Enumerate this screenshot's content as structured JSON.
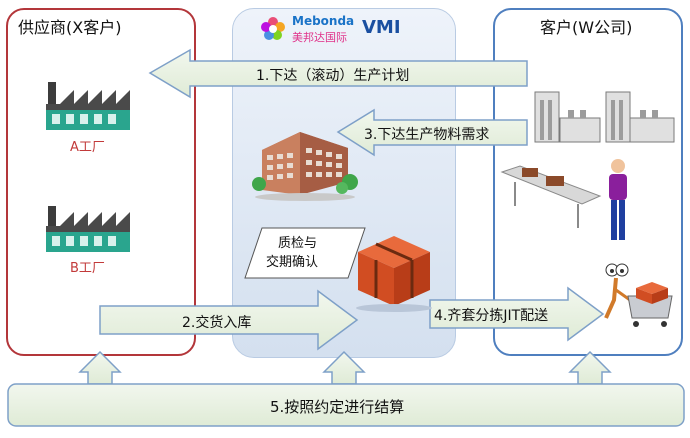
{
  "supplier": {
    "title": "供应商(X客户)",
    "factory_a": "A工厂",
    "factory_b": "B工厂"
  },
  "customer": {
    "title": "客户(W公司)"
  },
  "vmi": {
    "logo_name": "Mebonda",
    "logo_cn": "美邦达国际",
    "label": "VMI"
  },
  "flows": {
    "step1": "1.下达（滚动）生产计划",
    "step2": "2.交货入库",
    "step3": "3.下达生产物料需求",
    "step4": "4.齐套分拣JIT配送",
    "step5": "5.按照约定进行结算"
  },
  "qc_label": [
    "质检与",
    "交期确认"
  ],
  "colors": {
    "supplier_border": "#b3363a",
    "customer_border": "#4f7fbf",
    "arrow_fill": "#e6f0df",
    "arrow_stroke": "#7ea0c8"
  }
}
